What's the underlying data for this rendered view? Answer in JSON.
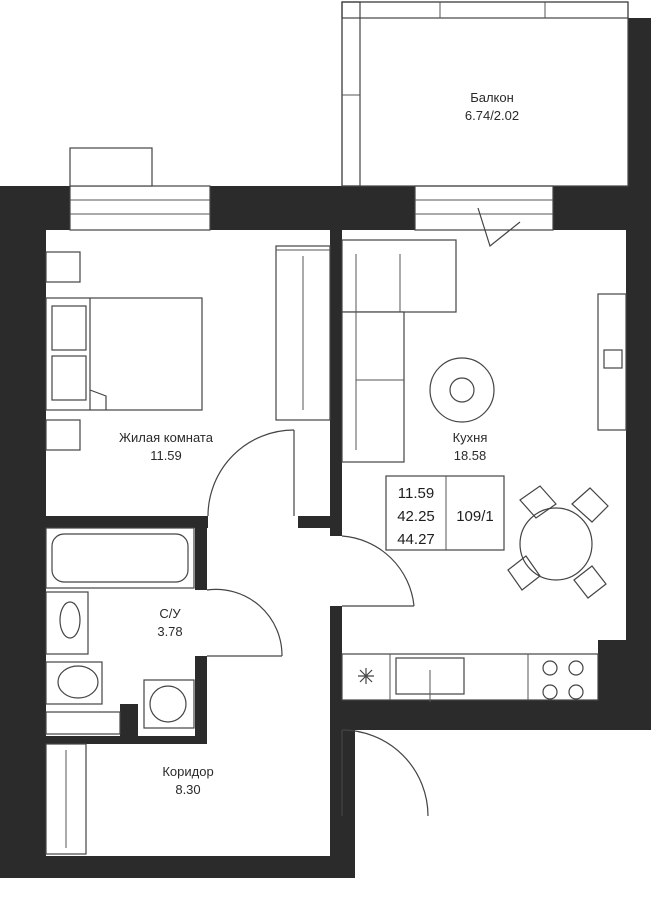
{
  "rooms": {
    "balcony": {
      "name": "Балкон",
      "area": "6.74/2.02"
    },
    "living": {
      "name": "Жилая комната",
      "area": "11.59"
    },
    "kitchen": {
      "name": "Кухня",
      "area": "18.58"
    },
    "bathroom": {
      "name": "С/У",
      "area": "3.78"
    },
    "corridor": {
      "name": "Коридор",
      "area": "8.30"
    }
  },
  "info": {
    "living_area": "11.59",
    "total_area": "42.25",
    "total_area_with_balcony": "44.27",
    "apartment_number": "109/1"
  },
  "colors": {
    "wall": "#2b2b2b",
    "line": "#444444",
    "background": "#ffffff"
  }
}
